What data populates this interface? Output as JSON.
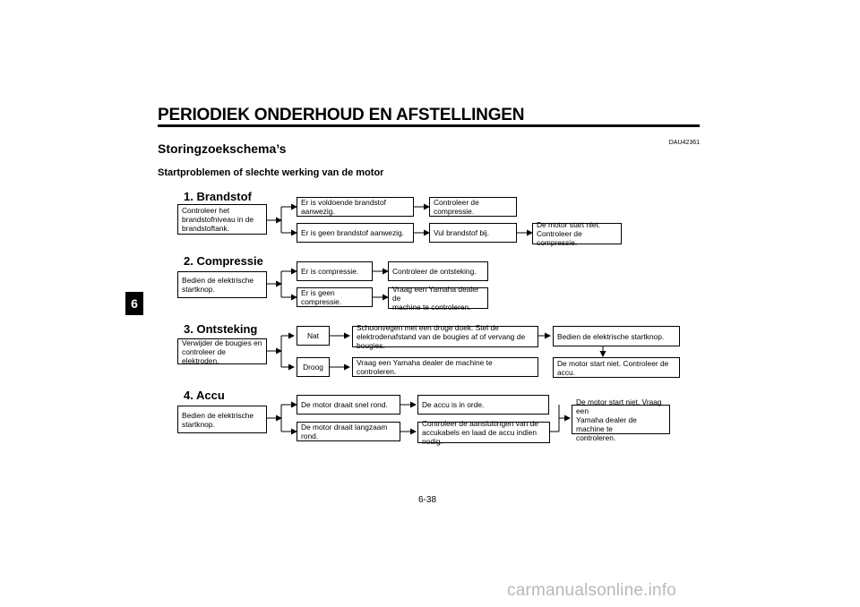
{
  "header": {
    "title": "PERIODIEK ONDERHOUD EN AFSTELLINGEN",
    "chapter_tab": "6",
    "doc_code": "DAU42361"
  },
  "section": {
    "title": "Storingzoekschema’s",
    "subtitle": "Startproblemen of slechte werking van de motor"
  },
  "groups": {
    "brandstof": {
      "heading": "1. Brandstof",
      "start": "Controleer het\nbrandstofniveau in de\nbrandstoftank.",
      "yes": "Er is voldoende brandstof aanwezig.",
      "yes_action": "Controleer de compressie.",
      "no": "Er is geen brandstof aanwezig.",
      "no_action": "Vul brandstof bij.",
      "final": "De motor start niet.\nControleer de compressie."
    },
    "compressie": {
      "heading": "2. Compressie",
      "start": "Bedien de elektrische\nstartknop.",
      "yes": "Er is compressie.",
      "yes_action": "Controleer de ontsteking.",
      "no": "Er is geen compressie.",
      "no_action": "Vraag een Yamaha dealer de\nmachine te controleren."
    },
    "ontsteking": {
      "heading": "3. Ontsteking",
      "start": "Verwijder de bougies en\ncontroleer de elektroden.",
      "wet": "Nat",
      "wet_action": "Schoonvegen met een droge doek. Stel de\nelektrodenafstand van de bougies af of vervang de bougies.",
      "wet_next": "Bedien de elektrische startknop.",
      "dry": "Droog",
      "dry_action": "Vraag een Yamaha dealer de machine te controleren.",
      "final": "De motor start niet. Controleer de accu."
    },
    "accu": {
      "heading": "4. Accu",
      "start": "Bedien de elektrische\nstartknop.",
      "fast": "De motor draait snel rond.",
      "fast_action": "De accu is in orde.",
      "slow": "De motor draait langzaam rond.",
      "slow_action": "Controleer de aansluitingen van de\naccukabels en laad de accu indien nodig.",
      "final": "De motor start niet. Vraag een\nYamaha dealer de machine te\ncontroleren."
    }
  },
  "footer": {
    "page_number": "6-38",
    "watermark": "carmanualsonline.info"
  }
}
